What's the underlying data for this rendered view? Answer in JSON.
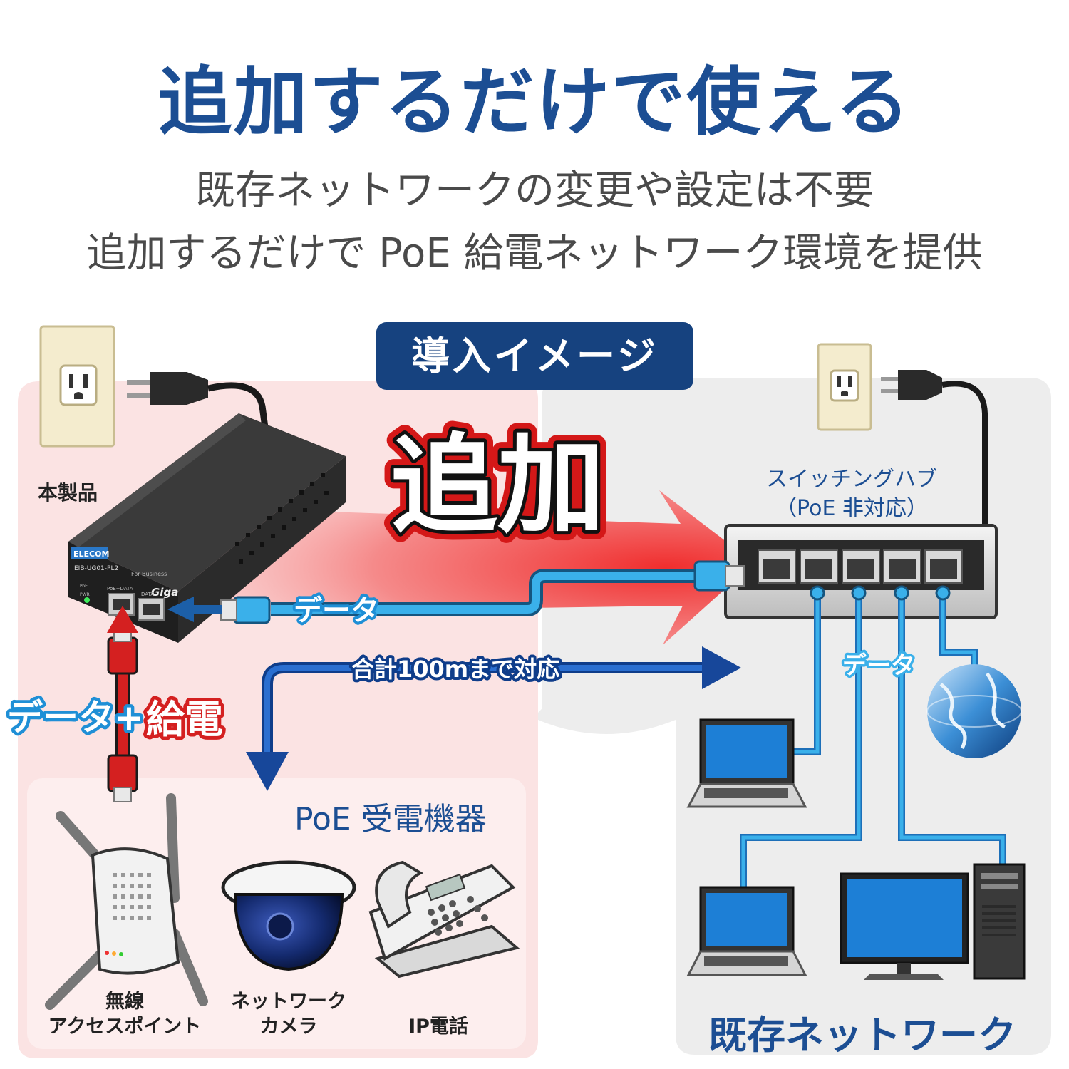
{
  "title": "追加するだけで使える",
  "subtitle_line1": "既存ネットワークの変更や設定は不要",
  "subtitle_line2": "追加するだけで PoE 給電ネットワーク環境を提供",
  "badge": "導入イメージ",
  "add_label": "追加",
  "product_label": "本製品",
  "product_face": {
    "brand": "ELECOM",
    "model": "EIB-UG01-PL2",
    "for_business": "For Business",
    "logo": "Giga",
    "port_poe": "PoE+DATA",
    "port_data": "DATA",
    "led_poe": "PoE",
    "led_pwr": "PWR"
  },
  "hub_label_line1": "スイッチングハブ",
  "hub_label_line2": "（PoE 非対応）",
  "data_label_top": "データ",
  "data_label_right": "データ",
  "distance_label": "合計100mまで対応",
  "combo_label_data": "データ+",
  "combo_label_power": "給電",
  "poe_devices_title": "PoE 受電機器",
  "devices": [
    {
      "line1": "無線",
      "line2": "アクセスポイント"
    },
    {
      "line1": "ネットワーク",
      "line2": "カメラ"
    },
    {
      "line1": "IP電話",
      "line2": ""
    }
  ],
  "existing_network_label": "既存ネットワーク",
  "colors": {
    "title_blue": "#1c4e93",
    "badge_blue": "#16427f",
    "pink_panel": "#fbe3e3",
    "gray_panel": "#ededed",
    "cable_blue": "#2b9fde",
    "power_red": "#d42020"
  },
  "icons": [
    "outlet-icon",
    "plug-icon",
    "poe-injector-device",
    "switching-hub-device",
    "globe-icon",
    "laptop-icon",
    "desktop-pc-icon",
    "access-point-icon",
    "dome-camera-icon",
    "ip-phone-icon"
  ]
}
